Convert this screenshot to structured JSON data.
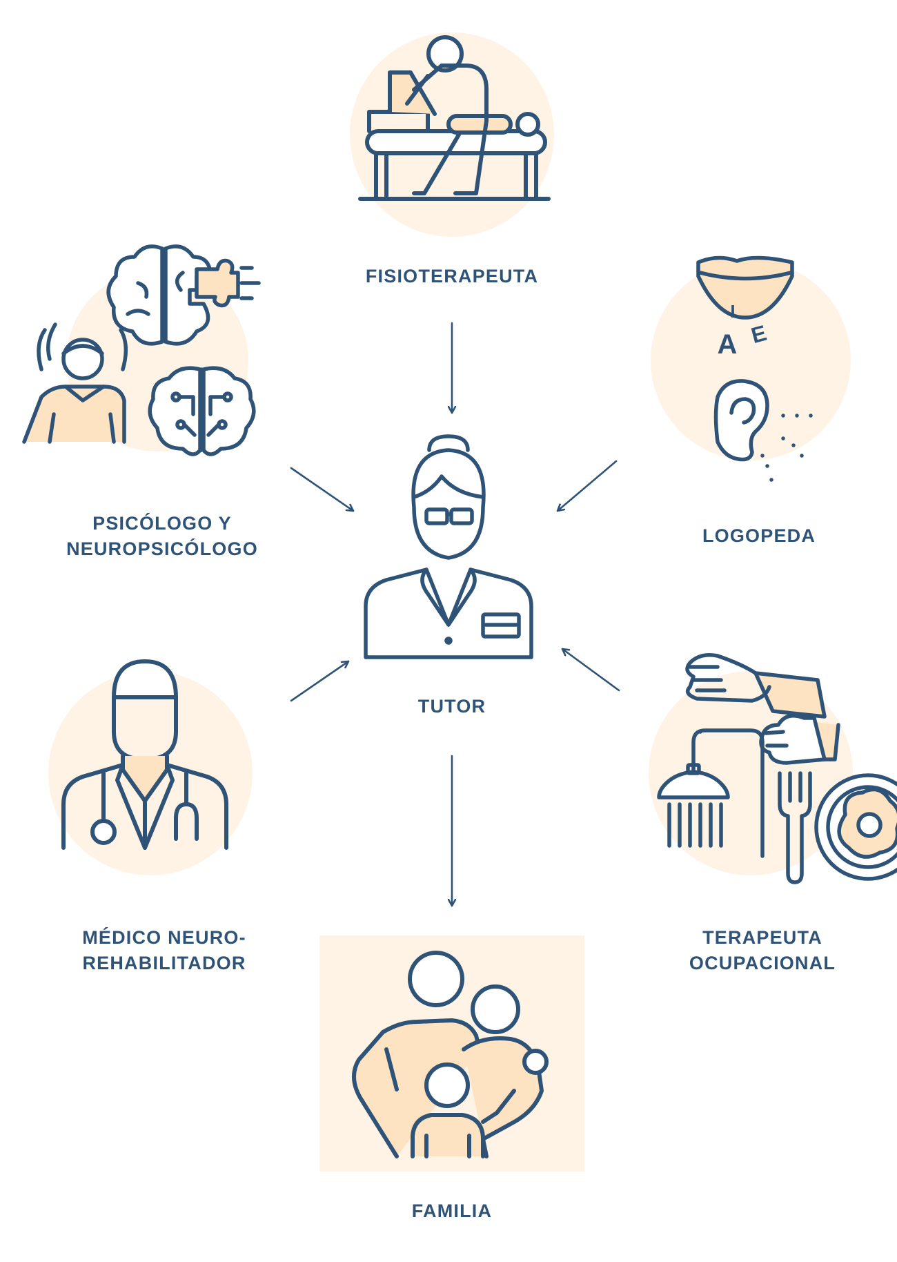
{
  "nodes": {
    "fisioterapeuta": {
      "lines": [
        "FISIOTERAPEUTA"
      ],
      "icon": "physiotherapist-icon"
    },
    "psicologo": {
      "lines": [
        "PSICÓLOGO Y",
        "NEUROPSICÓLOGO"
      ],
      "icon": "psychologist-brain-icon"
    },
    "logopeda": {
      "lines": [
        "LOGOPEDA"
      ],
      "icon": "speech-therapist-icon"
    },
    "tutor": {
      "lines": [
        "TUTOR"
      ],
      "icon": "tutor-nurse-icon"
    },
    "medico": {
      "lines": [
        "MÉDICO NEURO-",
        "REHABILITADOR"
      ],
      "icon": "doctor-icon"
    },
    "terapeuta": {
      "lines": [
        "TERAPEUTA",
        "OCUPACIONAL"
      ],
      "icon": "occupational-therapist-icon"
    },
    "familia": {
      "lines": [
        "FAMILIA"
      ],
      "icon": "family-icon"
    }
  },
  "logopeda_letters": [
    "I",
    "A",
    "E"
  ],
  "colors": {
    "stroke": "#2f5377",
    "fill": "#fde3c2",
    "background": "#fef3e5"
  }
}
